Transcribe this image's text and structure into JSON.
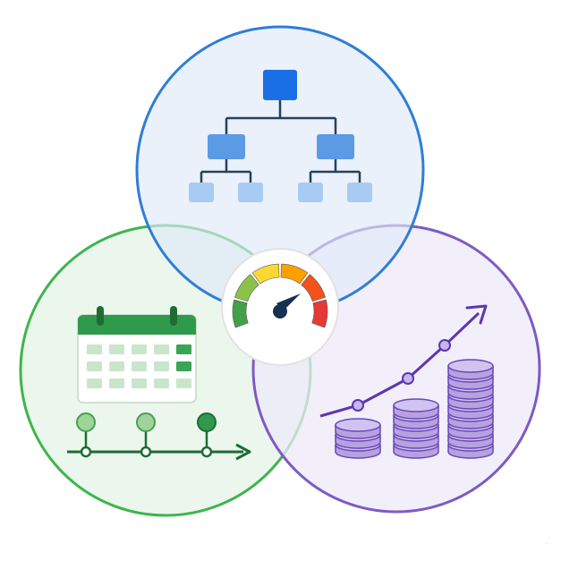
{
  "diagram": {
    "circles": [
      {
        "id": "scope",
        "fill": "#e3effc",
        "stroke": "#2f7ed8"
      },
      {
        "id": "schedule",
        "fill": "#e6f5e8",
        "stroke": "#3cb44b"
      },
      {
        "id": "cost",
        "fill": "#eee8f8",
        "stroke": "#7e57c2"
      }
    ],
    "icons": {
      "scope": "org-chart-icon",
      "schedule": "calendar-icon",
      "timeline": "timeline-icon",
      "cost": "growth-chart-icon",
      "center": "speedometer-icon"
    },
    "colors": {
      "blue_dark": "#1a73e8",
      "blue_mid": "#5c9ce6",
      "blue_light": "#a9ccf4",
      "green": "#2e9e4a",
      "green_light": "#9ed49a",
      "purple": "#7e57c2",
      "coin": "#b39ddb",
      "gauge": [
        "#43a047",
        "#8bc34a",
        "#fdd835",
        "#ffa000",
        "#f4511e",
        "#e53935"
      ]
    }
  }
}
